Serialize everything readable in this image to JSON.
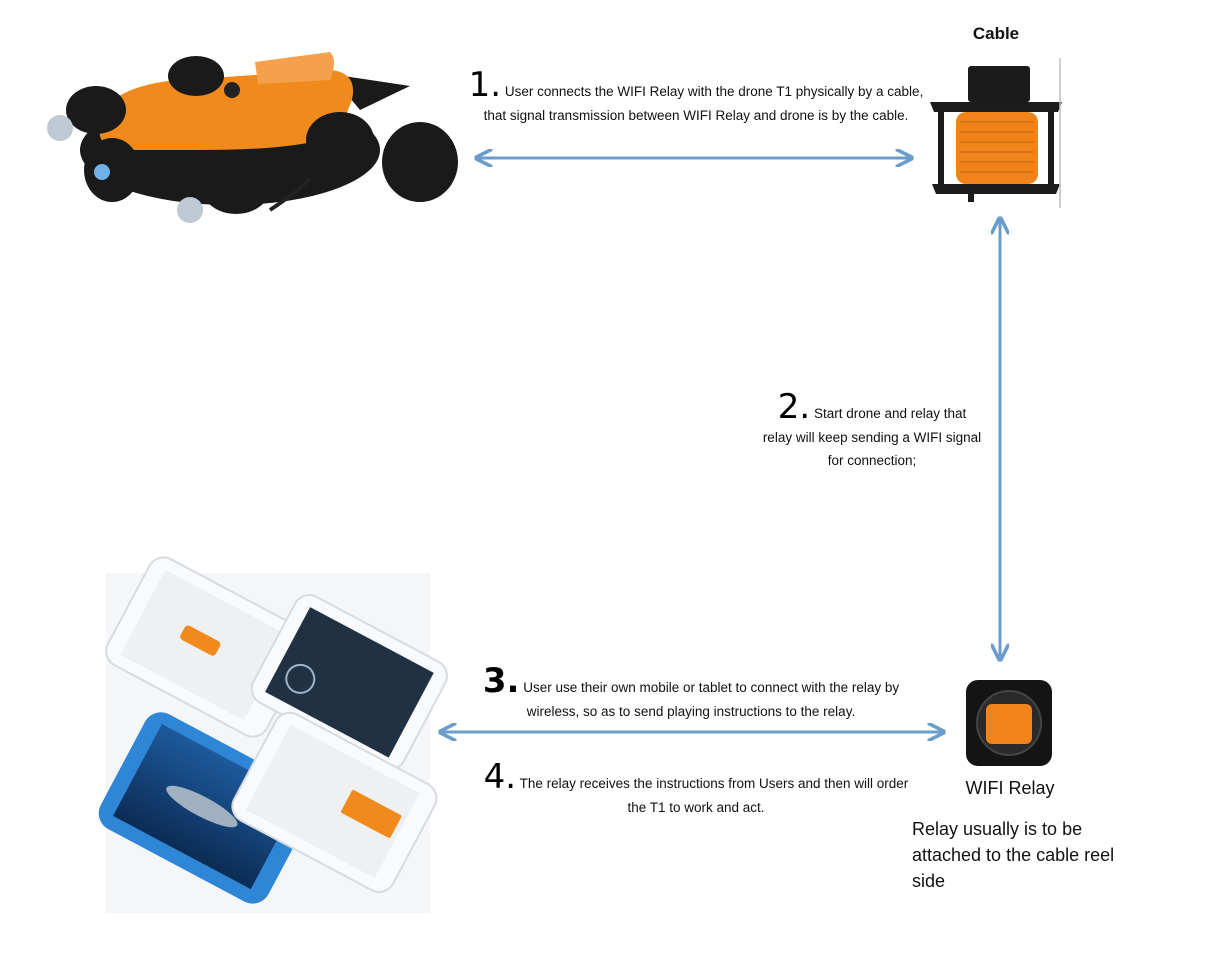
{
  "labels": {
    "cable_title": "Cable",
    "wifi_relay_label": "WIFI Relay",
    "relay_note": "Relay usually is to be attached to the cable reel side"
  },
  "steps": [
    {
      "num": "1.",
      "text": "User connects the WIFI Relay with the drone T1 physically by a cable, that signal transmission between WIFI Relay and drone is by the cable."
    },
    {
      "num": "2.",
      "text": "Start drone and relay that relay will keep sending a WIFI signal for connection;"
    },
    {
      "num": "3.",
      "text": "User use their own mobile or tablet to connect with the relay by wireless, so as to send playing instructions to the relay."
    },
    {
      "num": "4.",
      "text": "The relay receives the instructions from Users and then will order the T1 to work and act."
    }
  ],
  "colors": {
    "arrow": "#6a9ccc",
    "drone_orange": "#f08a1c",
    "drone_black": "#1a1a1a",
    "phone_blue": "#2f86d6"
  }
}
